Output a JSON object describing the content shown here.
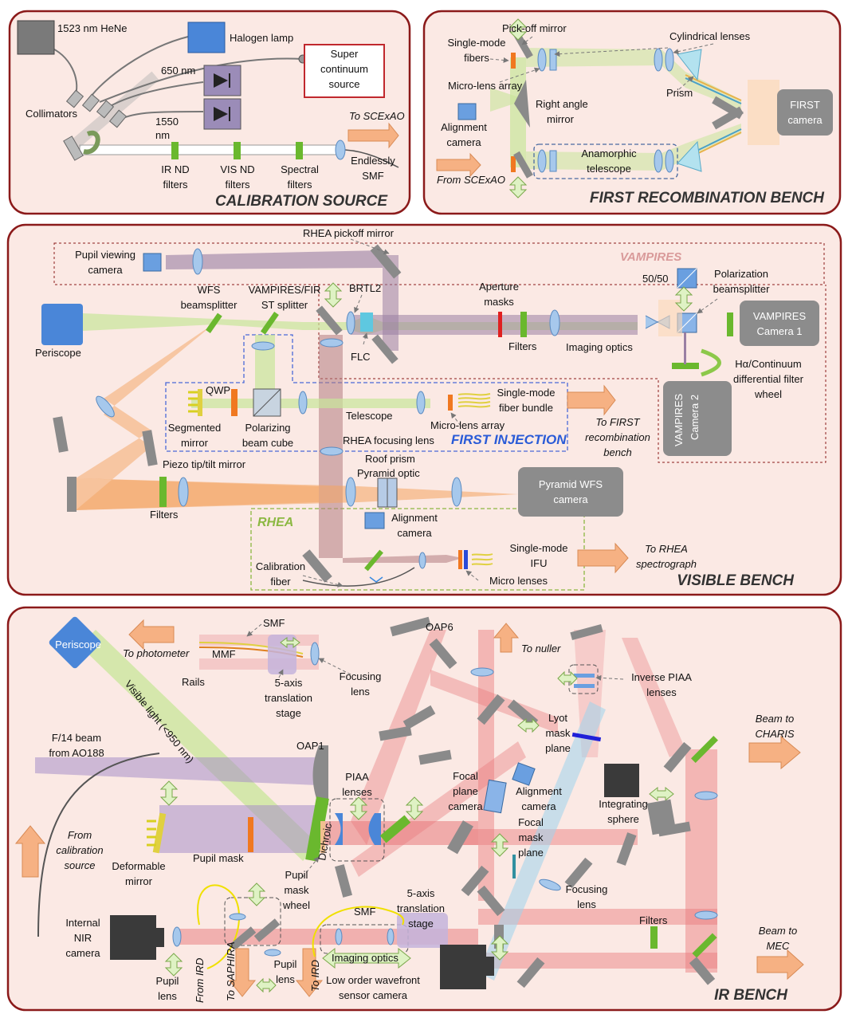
{
  "colors": {
    "panel_fill": "#fbe9e4",
    "panel_stroke": "#8b1a1a",
    "beam_green": "#b5e06a",
    "beam_orange": "#f4a460",
    "beam_purple": "#8f6f95",
    "beam_red": "#e8787a",
    "beam_blue": "#9fd4ec",
    "filter_green": "#6ab82e",
    "lens_blue": "#a6c8ec",
    "camera_grey": "#8c8c8c"
  },
  "calibration": {
    "title": "CALIBRATION SOURCE",
    "hene": "1523 nm HeNe",
    "halogen": "Halogen lamp",
    "supercontinuum": [
      "Super",
      "continuum",
      "source"
    ],
    "l650": "650 nm",
    "l1550": [
      "1550",
      "nm"
    ],
    "collimators": "Collimators",
    "ir_nd": [
      "IR ND",
      "filters"
    ],
    "vis_nd": [
      "VIS ND",
      "filters"
    ],
    "spectral": [
      "Spectral",
      "filters"
    ],
    "endlessly": [
      "Endlessly",
      "SMF"
    ],
    "to_scexao": "To SCExAO"
  },
  "recombination": {
    "title": "FIRST RECOMBINATION BENCH",
    "pickoff": "Pick-off mirror",
    "cylindrical": "Cylindrical lenses",
    "smf": [
      "Single-mode",
      "fibers"
    ],
    "mla": "Micro-lens array",
    "right_angle": [
      "Right angle",
      "mirror"
    ],
    "alignment": [
      "Alignment",
      "camera"
    ],
    "prism": "Prism",
    "first_camera": [
      "FIRST",
      "camera"
    ],
    "anamorphic": [
      "Anamorphic",
      "telescope"
    ],
    "from_scexao": "From SCExAO"
  },
  "visible": {
    "title": "VISIBLE BENCH",
    "rhea_pickoff": "RHEA pickoff mirror",
    "pupil_viewing": [
      "Pupil viewing",
      "camera"
    ],
    "vampires": "VAMPIRES",
    "fifty": "50/50",
    "polarization": [
      "Polarization",
      "beamsplitter"
    ],
    "vampires_cam1": [
      "VAMPIRES",
      "Camera 1"
    ],
    "vampires_cam2": [
      "VAMPIRES",
      "Camera 2"
    ],
    "halpha": [
      "Hα/Continuum",
      "differential filter",
      "wheel"
    ],
    "periscope": "Periscope",
    "wfs_bs": [
      "WFS",
      "beamsplitter"
    ],
    "vampires_first": [
      "VAMPIRES/FIR",
      "ST splitter"
    ],
    "brtl2": "BRTL2",
    "flc": "FLC",
    "aperture": [
      "Aperture",
      "masks"
    ],
    "filters": "Filters",
    "imaging": "Imaging optics",
    "qwp": "QWP",
    "segmented": [
      "Segmented",
      "mirror"
    ],
    "polarizing_cube": [
      "Polarizing",
      "beam cube"
    ],
    "telescope": "Telescope",
    "smf_bundle": [
      "Single-mode",
      "fiber bundle"
    ],
    "mla": "Micro-lens array",
    "to_first": [
      "To FIRST",
      "recombination",
      "bench"
    ],
    "first_injection": "FIRST INJECTION",
    "rhea_focusing": "RHEA focusing lens",
    "roof": "Roof prism",
    "pyramid_optic": "Pyramid optic",
    "piezo": "Piezo tip/tilt mirror",
    "pyramid_wfs": [
      "Pyramid WFS",
      "camera"
    ],
    "filters2": "Filters",
    "rhea": "RHEA",
    "align_cam": [
      "Alignment",
      "camera"
    ],
    "calib_fiber": [
      "Calibration",
      "fiber"
    ],
    "smf_ifu": [
      "Single-mode",
      "IFU"
    ],
    "micro_lenses": "Micro lenses",
    "to_rhea": [
      "To RHEA",
      "spectrograph"
    ]
  },
  "ir": {
    "title": "IR BENCH",
    "periscope": "Periscope",
    "to_photometer": "To photometer",
    "smf": "SMF",
    "mmf": "MMF",
    "rails": "Rails",
    "stage5": [
      "5-axis",
      "translation",
      "stage"
    ],
    "focusing": [
      "Focusing",
      "lens"
    ],
    "oap6": "OAP6",
    "to_nuller": "To nuller",
    "inverse_piaa": [
      "Inverse PIAA",
      "lenses"
    ],
    "visible_light": "Visible light (<950 nm)",
    "f14": [
      "F/14 beam",
      "from AO188"
    ],
    "oap1": "OAP1",
    "lyot": [
      "Lyot",
      "mask",
      "plane"
    ],
    "beam_charis": [
      "Beam to",
      "CHARIS"
    ],
    "piaa": [
      "PIAA",
      "lenses"
    ],
    "focal_plane_cam": [
      "Focal",
      "plane",
      "camera"
    ],
    "alignment_cam": [
      "Alignment",
      "camera"
    ],
    "integrating": [
      "Integrating",
      "sphere"
    ],
    "from_calib": [
      "From",
      "calibration",
      "source"
    ],
    "deformable": [
      "Deformable",
      "mirror"
    ],
    "pupil_mask": "Pupil mask",
    "dichroic": "Dichroic",
    "pupil_wheel": [
      "Pupil",
      "mask",
      "wheel"
    ],
    "focal_mask": [
      "Focal",
      "mask",
      "plane"
    ],
    "focusing_lens": [
      "Focusing",
      "lens"
    ],
    "stage5b": [
      "5-axis",
      "translation",
      "stage"
    ],
    "smf2": "SMF",
    "filters": "Filters",
    "internal_nir": [
      "Internal",
      "NIR",
      "camera"
    ],
    "pupil_lens": [
      "Pupil",
      "lens"
    ],
    "from_ird": "From IRD",
    "to_saphira": "To SAPHIRA",
    "pupil_lens2": [
      "Pupil",
      "lens"
    ],
    "to_ird": "To IRD",
    "imaging_optics": "Imaging optics",
    "lowo": [
      "Low order wavefront",
      "sensor camera"
    ],
    "beam_mec": [
      "Beam to",
      "MEC"
    ]
  }
}
